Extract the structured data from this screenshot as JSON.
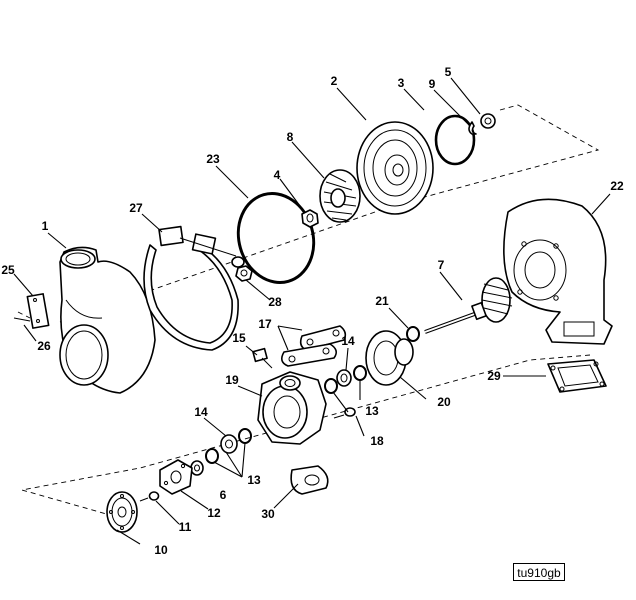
{
  "figure_id": "tu910gb",
  "callouts": {
    "c1": "1",
    "c2": "2",
    "c3": "3",
    "c4": "4",
    "c5": "5",
    "c6": "6",
    "c7": "7",
    "c8": "8",
    "c9": "9",
    "c10": "10",
    "c11": "11",
    "c12": "12",
    "c13a": "13",
    "c13b": "13",
    "c14a": "14",
    "c14b": "14",
    "c15": "15",
    "c17": "17",
    "c18": "18",
    "c19": "19",
    "c20": "20",
    "c21": "21",
    "c22": "22",
    "c23": "23",
    "c25": "25",
    "c26": "26",
    "c27": "27",
    "c28": "28",
    "c29": "29",
    "c30": "30"
  }
}
